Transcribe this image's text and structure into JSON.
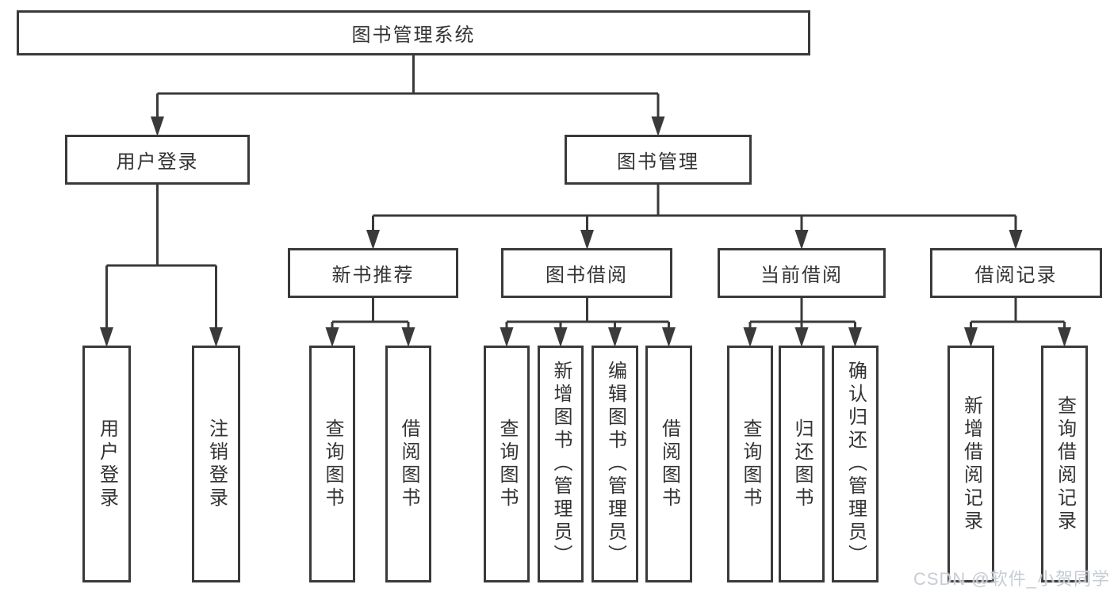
{
  "nodes": {
    "root": "图书管理系统",
    "level2": [
      "用户登录",
      "图书管理"
    ],
    "level3": [
      "新书推荐",
      "图书借阅",
      "当前借阅",
      "借阅记录"
    ],
    "leaves": {
      "user_login": [
        "用户登录",
        "注销登录"
      ],
      "new_book_recommend": [
        "查询图书",
        "借阅图书"
      ],
      "book_borrow": [
        "查询图书",
        "新增图书（管理员）",
        "编辑图书（管理员）",
        "借阅图书"
      ],
      "current_borrow": [
        "查询图书",
        "归还图书",
        "确认归还（管理员）"
      ],
      "borrow_records": [
        "新增借阅记录",
        "查询借阅记录"
      ]
    }
  },
  "watermark": "CSDN @软件_小贺同学",
  "colors": {
    "line": "#3a3a3a",
    "text": "#333333",
    "box_fill": "#ffffff",
    "background": "#ffffff",
    "watermark": "#c7ccd3"
  }
}
